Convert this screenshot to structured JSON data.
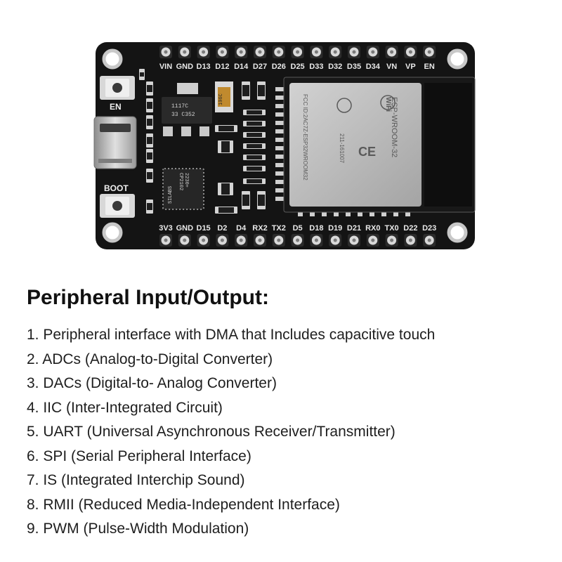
{
  "board": {
    "top_pins": [
      "VIN",
      "GND",
      "D13",
      "D12",
      "D14",
      "D27",
      "D26",
      "D25",
      "D33",
      "D32",
      "D35",
      "D34",
      "VN",
      "VP",
      "EN"
    ],
    "bottom_pins": [
      "3V3",
      "GND",
      "D15",
      "D2",
      "D4",
      "RX2",
      "TX2",
      "D5",
      "D18",
      "D19",
      "D21",
      "RX0",
      "TX0",
      "D22",
      "D23"
    ],
    "button_en_label": "EN",
    "button_boot_label": "BOOT",
    "regulator_line1": "1117C",
    "regulator_line2": "33 C352",
    "usb_chip_line1": "SILABS",
    "usb_chip_line2": "CP2102",
    "usb_chip_line3": "2230+",
    "cap_label": "106C",
    "module_brand": "WiFi",
    "module_name": "ESP-WROOM-32",
    "module_fcc": "FCC ID:2AC7Z-ESP32WROOM32",
    "module_cert": "211-161007",
    "module_ce": "CE",
    "colors": {
      "pcb": "#141414",
      "module": "#b9b9b9",
      "pin": "#d9d9d9"
    }
  },
  "heading": "Peripheral Input/Output:",
  "features": [
    "1. Peripheral interface with DMA that Includes capacitive touch",
    "2. ADCs (Analog-to-Digital Converter)",
    "3. DACs (Digital-to- Analog Converter)",
    "4. IIC (Inter-Integrated Circuit)",
    "5. UART (Universal Asynchronous Receiver/Transmitter)",
    "6. SPI (Serial Peripheral Interface)",
    "7. IS (Integrated Interchip Sound)",
    "8. RMII (Reduced Media-Independent Interface)",
    "9. PWM (Pulse-Width Modulation)"
  ]
}
